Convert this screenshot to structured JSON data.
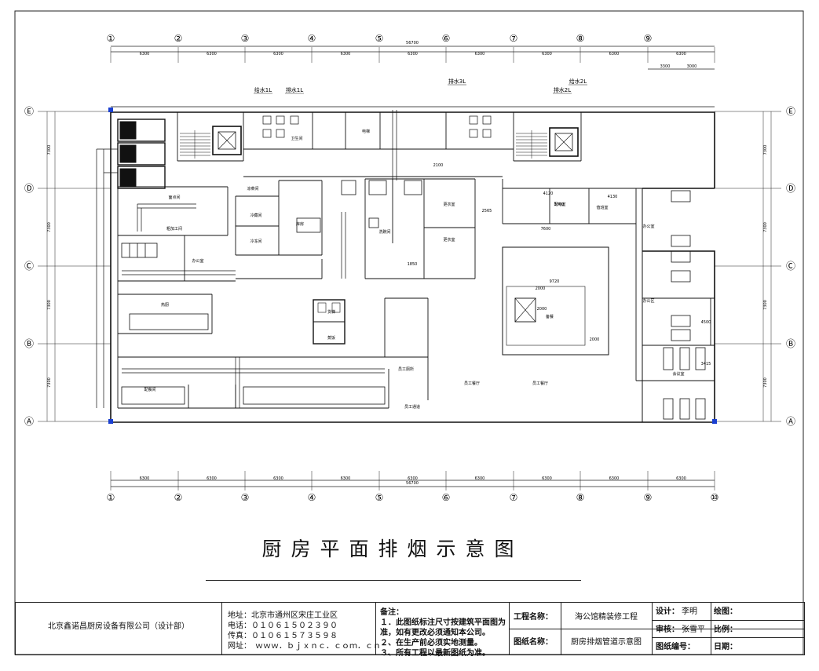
{
  "drawing": {
    "title": "厨房平面排烟示意图",
    "overall_dimension": "56700",
    "bay_dimensions": [
      "6300",
      "6300",
      "6300",
      "6300",
      "6300",
      "6300",
      "6300",
      "6300",
      "6300"
    ],
    "sub_dimensions": [
      "3300",
      "3000"
    ],
    "column_axes": [
      "①",
      "②",
      "③",
      "④",
      "⑤",
      "⑥",
      "⑦",
      "⑧",
      "⑨",
      "⑩"
    ],
    "row_axes": [
      "Ⓐ",
      "Ⓑ",
      "Ⓒ",
      "Ⓓ",
      "Ⓔ"
    ],
    "row_dims": [
      "7300",
      "7300",
      "7300",
      "7300"
    ],
    "pipe_labels": [
      "给水1L",
      "排水1L",
      "排水3L",
      "给水2L",
      "排水2L"
    ],
    "room_labels": [
      "面点间",
      "粗加工间",
      "办公室",
      "冷藏间",
      "冷冻间",
      "库房",
      "凉菜间",
      "更衣室",
      "更衣室",
      "洗碗间",
      "热厨",
      "员工餐厅",
      "员工餐厅",
      "配电室",
      "值班室",
      "办公室",
      "卫生间",
      "员工通道",
      "办公区",
      "会议室",
      "员工厕所",
      "配餐间",
      "备餐",
      "蒸饭",
      "货梯",
      "电梯"
    ],
    "inner_dims": [
      "4120",
      "4130",
      "2565",
      "9720",
      "2000",
      "2000",
      "2000",
      "1850",
      "4500",
      "3415",
      "2100",
      "3000",
      "7600"
    ]
  },
  "titleblock": {
    "company": "北京鑫诺昌厨房设备有限公司（设计部）",
    "address": "地址：北京市通州区宋庄工业区",
    "phone": "电话：０１０６１５０２３９０",
    "fax": "传真：０１０６１５７３５９８",
    "web": "网址：　ｗｗｗ．ｂｊｘｎｃ．ｃｏｍ．ｃｎ",
    "notes_title": "备注：",
    "notes": [
      "１．此图纸标注尺寸按建筑平面图为",
      "准，如有更改必须通知本公司。",
      "２、在生产前必须实地测量。",
      "３、所有工程以最新图纸为准。"
    ],
    "project_label": "工程名称：",
    "project_value": "海公馆精装修工程",
    "drawing_label": "图纸名称：",
    "drawing_value": "厨房排烟管道示意图",
    "design_label": "设计：",
    "design_value": "李明",
    "review_label": "审核：",
    "review_value": "张雪平",
    "number_label": "图纸编号：",
    "draw_label": "绘图：",
    "scale_label": "比例：",
    "date_label": "日期："
  }
}
